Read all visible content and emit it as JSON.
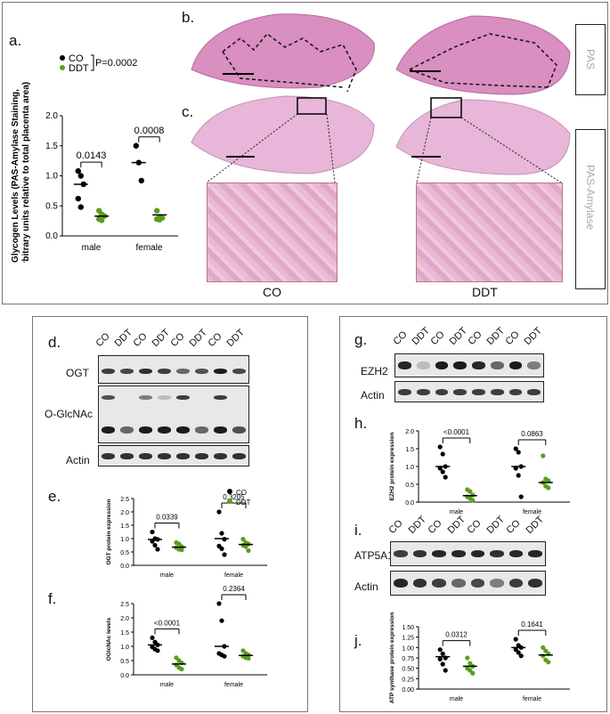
{
  "panel_labels": {
    "a": "a.",
    "b": "b.",
    "c": "c.",
    "d": "d.",
    "e": "e.",
    "f": "f.",
    "g": "g.",
    "h": "h.",
    "i": "i.",
    "j": "j."
  },
  "stain_labels": {
    "pas": "PAS",
    "pas_amylase": "PAS-Amylase"
  },
  "group_labels": {
    "co": "CO",
    "ddt": "DDT"
  },
  "blot_rows": {
    "ogt": "OGT",
    "oglcnac": "O-GlcNAc",
    "actin": "Actin",
    "ezh2": "EZH2",
    "atp5a1": "ATP5A1"
  },
  "lanes": [
    "CO",
    "DDT",
    "CO",
    "DDT",
    "CO",
    "DDT",
    "CO",
    "DDT"
  ],
  "colors": {
    "co": "#000000",
    "ddt": "#5a9e1e",
    "tissue": "#d98fc0"
  },
  "chart_data": [
    {
      "id": "a",
      "type": "scatter",
      "ylabel": "Glycogen Levels (PAS-Amylase Staining, arbitrary units relative to total placenta area)",
      "categories": [
        "male",
        "female"
      ],
      "ylim": [
        0,
        2
      ],
      "yticks": [
        "0.0",
        "0.5",
        "1.0",
        "1.5",
        "2.0"
      ],
      "legend": [
        "CO",
        "DDT"
      ],
      "legend_note": "P=0.0002",
      "pvalues": [
        "0.0143",
        "0.0008"
      ],
      "series": [
        {
          "name": "CO",
          "points": [
            [
              1.08,
              1.0,
              0.86,
              0.62,
              0.48
            ],
            [
              1.5,
              1.22,
              0.92
            ]
          ],
          "means": [
            0.86,
            1.22
          ]
        },
        {
          "name": "DDT",
          "points": [
            [
              0.42,
              0.36,
              0.33,
              0.28,
              0.26
            ],
            [
              0.42,
              0.32,
              0.3,
              0.28,
              0.27
            ]
          ],
          "means": [
            0.33,
            0.35
          ]
        }
      ]
    },
    {
      "id": "e",
      "type": "scatter",
      "ylabel": "OGT protein expression",
      "categories": [
        "male",
        "female"
      ],
      "ylim": [
        0,
        2.5
      ],
      "yticks": [
        "0.0",
        "0.5",
        "1.0",
        "1.5",
        "2.0",
        "2.5"
      ],
      "legend": [
        "CO",
        "DDT"
      ],
      "pvalues": [
        "0.0339",
        "0.3205"
      ],
      "series": [
        {
          "name": "CO",
          "points": [
            [
              1.25,
              1.0,
              0.97,
              0.9,
              0.75,
              0.6
            ],
            [
              2.0,
              1.2,
              0.98,
              0.72,
              0.62,
              0.4
            ]
          ],
          "means": [
            0.97,
            1.0
          ]
        },
        {
          "name": "DDT",
          "points": [
            [
              0.85,
              0.8,
              0.7,
              0.66,
              0.6,
              0.58
            ],
            [
              0.98,
              0.85,
              0.8,
              0.75,
              0.7,
              0.55
            ]
          ],
          "means": [
            0.68,
            0.78
          ]
        }
      ]
    },
    {
      "id": "f",
      "type": "scatter",
      "ylabel": "OGlcNAc levels",
      "categories": [
        "male",
        "female"
      ],
      "ylim": [
        0,
        2.5
      ],
      "yticks": [
        "0.0",
        "0.5",
        "1.0",
        "1.5",
        "2.0",
        "2.5"
      ],
      "pvalues": [
        "<0.0001",
        "0.2364"
      ],
      "series": [
        {
          "name": "CO",
          "points": [
            [
              1.3,
              1.15,
              1.05,
              0.98,
              0.9,
              0.85
            ],
            [
              2.5,
              1.9,
              1.0,
              0.75,
              0.7,
              0.65
            ]
          ],
          "means": [
            1.05,
            1.0
          ]
        },
        {
          "name": "DDT",
          "points": [
            [
              0.6,
              0.5,
              0.42,
              0.35,
              0.25,
              0.2
            ],
            [
              0.85,
              0.75,
              0.7,
              0.65,
              0.6,
              0.58
            ]
          ],
          "means": [
            0.38,
            0.68
          ]
        }
      ]
    },
    {
      "id": "h",
      "type": "scatter",
      "ylabel": "EZH2 protein expression",
      "categories": [
        "male",
        "female"
      ],
      "ylim": [
        0,
        2.0
      ],
      "yticks": [
        "0.0",
        "0.5",
        "1.0",
        "1.5",
        "2.0"
      ],
      "pvalues": [
        "<0.0001",
        "0.0863"
      ],
      "series": [
        {
          "name": "CO",
          "points": [
            [
              1.55,
              1.35,
              1.0,
              0.95,
              0.85,
              0.7
            ],
            [
              1.5,
              1.4,
              1.0,
              0.95,
              0.75,
              0.15
            ]
          ],
          "means": [
            1.0,
            1.0
          ]
        },
        {
          "name": "DDT",
          "points": [
            [
              0.35,
              0.3,
              0.2,
              0.15,
              0.1,
              0.05
            ],
            [
              1.3,
              0.65,
              0.6,
              0.55,
              0.45,
              0.4
            ]
          ],
          "means": [
            0.18,
            0.55
          ]
        }
      ]
    },
    {
      "id": "j",
      "type": "scatter",
      "ylabel": "ATP synthase protein expression",
      "categories": [
        "male",
        "female"
      ],
      "ylim": [
        0,
        1.5
      ],
      "yticks": [
        "0.00",
        "0.25",
        "0.50",
        "0.75",
        "1.00",
        "1.25",
        "1.50"
      ],
      "pvalues": [
        "0.0312",
        "0.1641"
      ],
      "series": [
        {
          "name": "CO",
          "points": [
            [
              0.95,
              0.85,
              0.75,
              0.72,
              0.6,
              0.45
            ],
            [
              1.2,
              1.05,
              1.0,
              0.95,
              0.88,
              0.8
            ]
          ],
          "means": [
            0.78,
            1.0
          ]
        },
        {
          "name": "DDT",
          "points": [
            [
              0.75,
              0.62,
              0.55,
              0.5,
              0.45,
              0.38
            ],
            [
              1.0,
              0.92,
              0.85,
              0.8,
              0.7,
              0.65
            ]
          ],
          "means": [
            0.55,
            0.82
          ]
        }
      ]
    }
  ]
}
